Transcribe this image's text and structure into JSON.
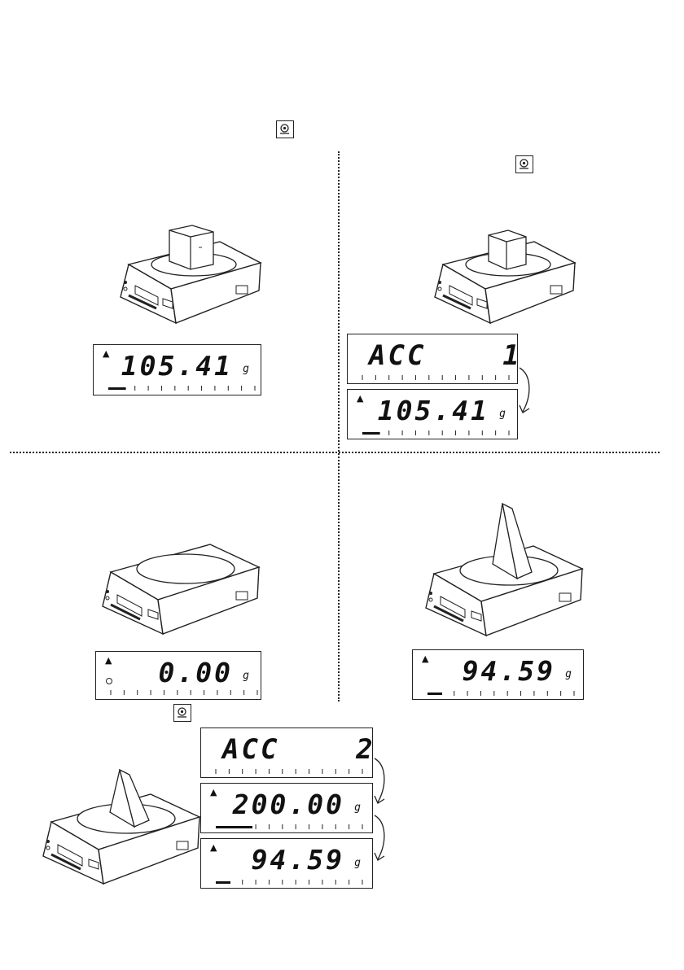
{
  "icons": {
    "tare_key": "tare-key-icon",
    "stability": "stability-indicator-icon",
    "zero": "zero-indicator-icon",
    "unit": "gram-unit-icon"
  },
  "displays": {
    "d1": {
      "value": "105.41",
      "unit": "g",
      "capacity_fill": 0.12
    },
    "d2_acc": {
      "value": "ACC    1"
    },
    "d2_weight": {
      "value": "105.41",
      "unit": "g",
      "capacity_fill": 0.12
    },
    "d3": {
      "value": "0.00",
      "unit": "g",
      "capacity_fill": 0.0
    },
    "d4": {
      "value": "94.59",
      "unit": "g",
      "capacity_fill": 0.1
    },
    "d5_acc": {
      "value": "ACC    2"
    },
    "d5_total": {
      "value": "200.00",
      "unit": "g",
      "capacity_fill": 0.25
    },
    "d5_weight": {
      "value": "94.59",
      "unit": "g",
      "capacity_fill": 0.1
    }
  },
  "colors": {
    "line": "#222222",
    "background": "#ffffff"
  }
}
